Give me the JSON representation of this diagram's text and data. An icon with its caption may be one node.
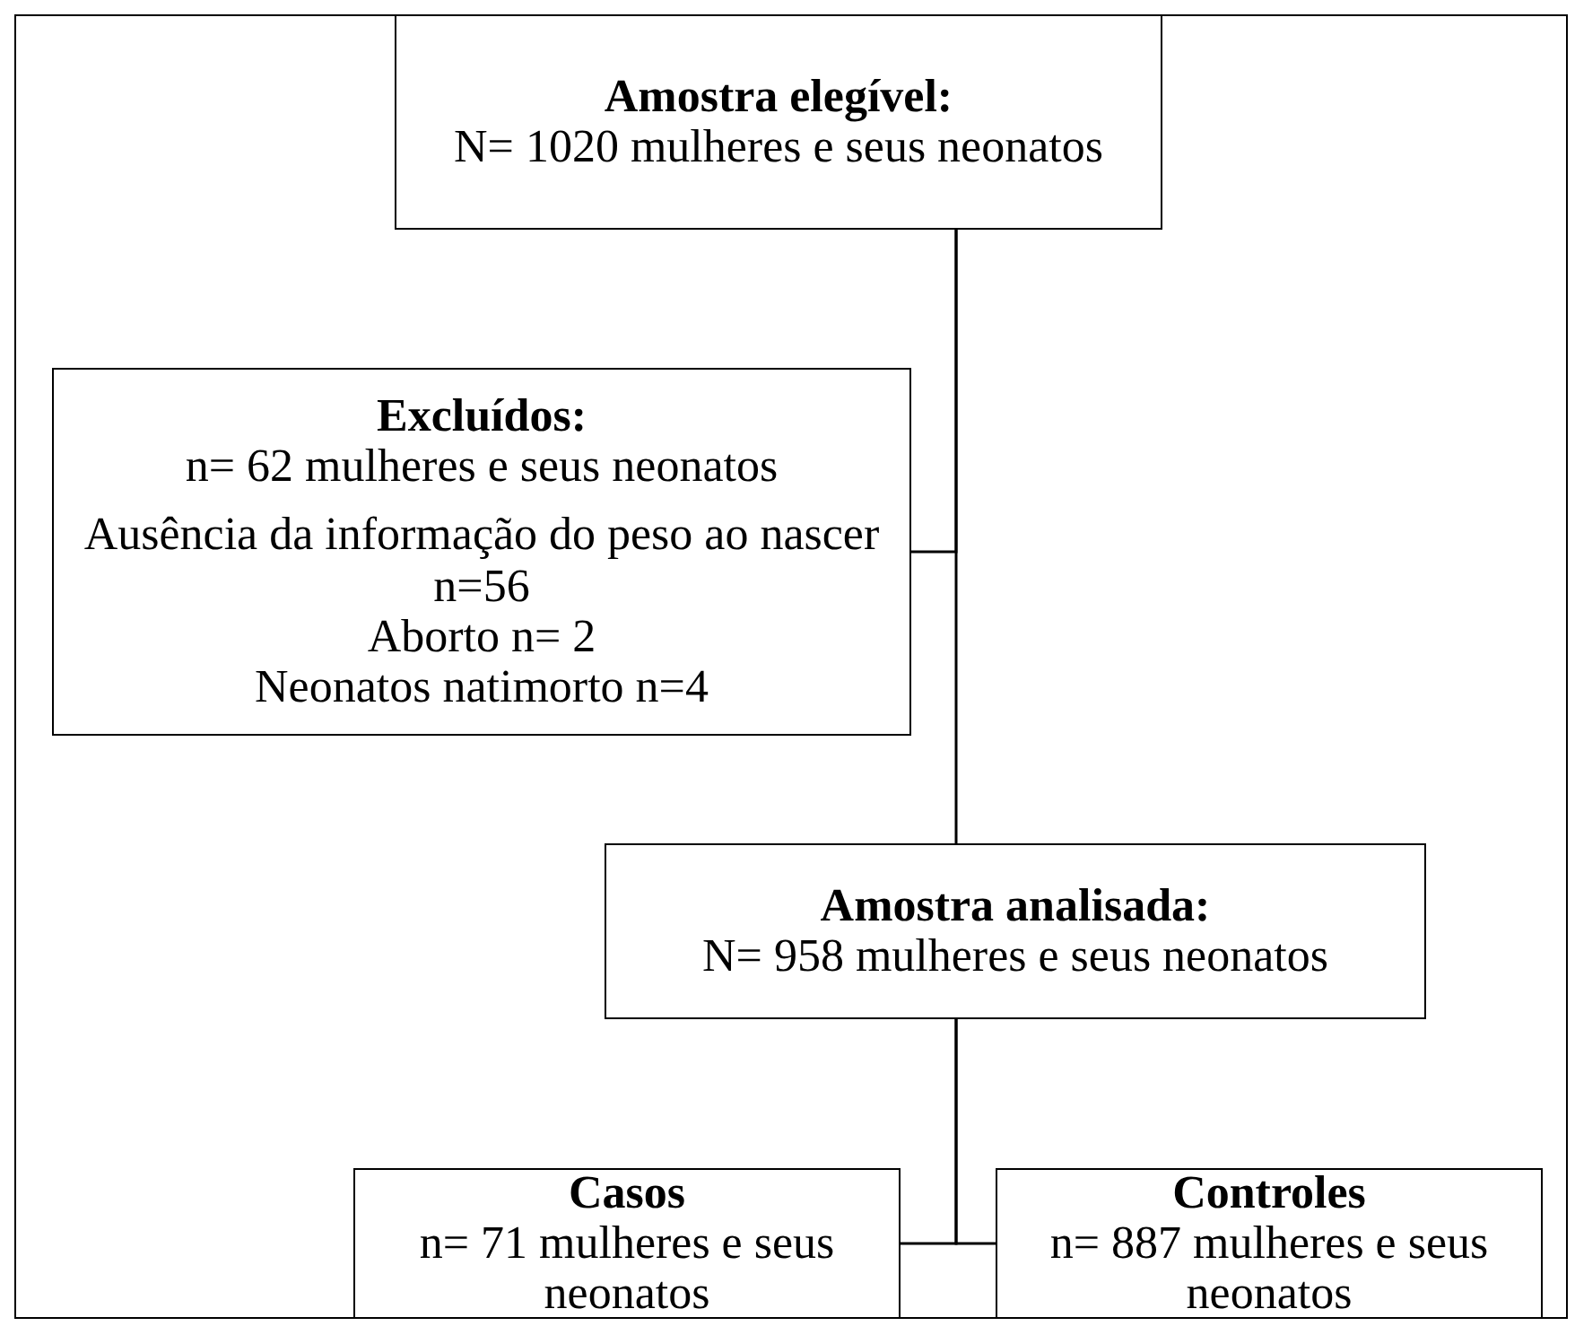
{
  "diagram": {
    "nodes": [
      {
        "text": [
          "Amostra elegível:",
          "N= 1020 mulheres e seus neonatos"
        ]
      },
      {
        "text": [
          "Excluídos:",
          "n= 62 mulheres e seus neonatos",
          "Ausência da informação do peso ao nascer n=56",
          "Aborto n= 2",
          "Neonatos natimorto n=4"
        ]
      },
      {
        "text": [
          "Amostra analisada:",
          "N= 958 mulheres e seus neonatos"
        ]
      },
      {
        "text": [
          "Casos",
          "n=  71 mulheres e seus neonatos"
        ]
      },
      {
        "text": [
          "Controles",
          "n=  887 mulheres e seus neonatos"
        ]
      }
    ],
    "edges": [
      {
        "from": 0,
        "to": 1,
        "arrow": "none"
      },
      {
        "from": 0,
        "to": 2,
        "arrow": "none"
      },
      {
        "from": 2,
        "to": 3,
        "arrow": "none"
      },
      {
        "from": 2,
        "to": 4,
        "arrow": "none"
      }
    ]
  }
}
